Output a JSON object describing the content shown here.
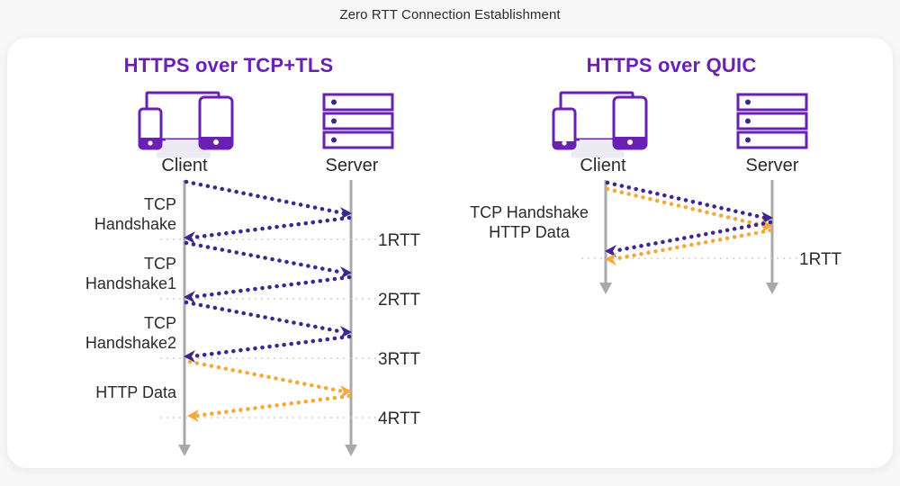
{
  "figure": {
    "title": "Zero RTT Connection Establishment",
    "background_color": "#f7f7f7",
    "card_color": "#ffffff"
  },
  "colors": {
    "heading_purple": "#6a21b3",
    "arrow_purple": "#40258c",
    "arrow_orange": "#f5a93c",
    "lifeline_gray": "#a9a9a9",
    "rtt_guide_gray": "#cfcfcf",
    "text_dark": "#2b2b2b",
    "device_purple": "#6a21b3"
  },
  "panels": [
    {
      "id": "tcp-tls",
      "title": "HTTPS over TCP+TLS",
      "client_label": "Client",
      "server_label": "Server",
      "client_icon": "client-devices-icon",
      "server_icon": "server-rack-icon",
      "step_labels": [
        "TCP\nHandshake",
        "TCP\nHandshake1",
        "TCP\nHandshake2",
        "HTTP Data"
      ],
      "step_labels_flat": [
        [
          "TCP",
          "Handshake"
        ],
        [
          "TCP",
          "Handshake1"
        ],
        [
          "TCP",
          "Handshake2"
        ],
        [
          "HTTP Data"
        ]
      ],
      "rtt_markers": [
        "1RTT",
        "2RTT",
        "3RTT",
        "4RTT"
      ],
      "messages": [
        {
          "from": "client",
          "to": "server",
          "color": "#40258c",
          "label": "TCP Handshake request"
        },
        {
          "from": "server",
          "to": "client",
          "color": "#40258c",
          "label": "TCP Handshake response"
        },
        {
          "from": "client",
          "to": "server",
          "color": "#40258c",
          "label": "TCP Handshake1 request"
        },
        {
          "from": "server",
          "to": "client",
          "color": "#40258c",
          "label": "TCP Handshake1 response"
        },
        {
          "from": "client",
          "to": "server",
          "color": "#40258c",
          "label": "TCP Handshake2 request"
        },
        {
          "from": "server",
          "to": "client",
          "color": "#40258c",
          "label": "TCP Handshake2 response"
        },
        {
          "from": "client",
          "to": "server",
          "color": "#f5a93c",
          "label": "HTTP Data request"
        },
        {
          "from": "server",
          "to": "client",
          "color": "#f5a93c",
          "label": "HTTP Data response"
        }
      ]
    },
    {
      "id": "quic",
      "title": "HTTPS over QUIC",
      "client_label": "Client",
      "server_label": "Server",
      "client_icon": "client-devices-icon",
      "server_icon": "server-rack-icon",
      "step_labels_flat": [
        [
          "TCP Handshake",
          "HTTP Data"
        ]
      ],
      "rtt_markers": [
        "1RTT"
      ],
      "messages": [
        {
          "from": "client",
          "to": "server",
          "color": "#40258c",
          "label": "TCP Handshake request"
        },
        {
          "from": "client",
          "to": "server",
          "color": "#f5a93c",
          "label": "HTTP Data request"
        },
        {
          "from": "server",
          "to": "client",
          "color": "#40258c",
          "label": "TCP Handshake response"
        },
        {
          "from": "server",
          "to": "client",
          "color": "#f5a93c",
          "label": "HTTP Data response"
        }
      ]
    }
  ]
}
